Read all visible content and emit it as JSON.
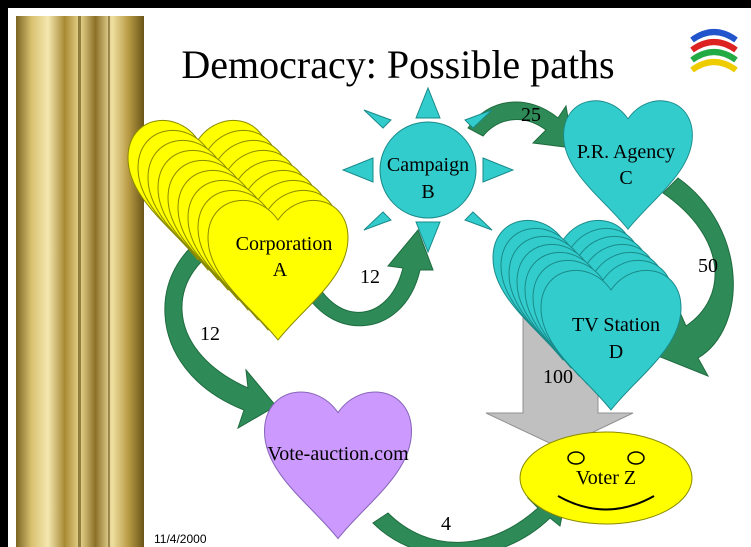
{
  "title": "Democracy: Possible paths",
  "date": "11/4/2000",
  "nodes": {
    "corporation": {
      "name": "Corporation",
      "letter": "A"
    },
    "campaign": {
      "name": "Campaign",
      "letter": "B"
    },
    "pr_agency": {
      "name": "P.R. Agency",
      "letter": "C"
    },
    "tv_station": {
      "name": "TV Station",
      "letter": "D"
    },
    "vote_auction": {
      "name": "Vote-auction.com"
    },
    "voter": {
      "name": "Voter Z"
    }
  },
  "edges": {
    "corp_to_campaign": "12",
    "corp_to_auction": "12",
    "campaign_to_pr": "25",
    "pr_to_tv": "50",
    "tv_to_voter": "100",
    "auction_to_voter": "4"
  },
  "colors": {
    "yellow": "#ffff00",
    "cyan": "#33cccc",
    "purple": "#cc99ff",
    "green": "#2e8b57",
    "gray": "#c0c0c0",
    "pillar": "#c8a850"
  },
  "logo": "wto-logo-icon"
}
